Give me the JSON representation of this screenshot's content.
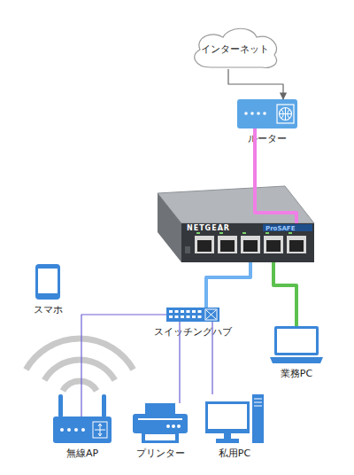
{
  "diagram": {
    "nodes": [
      {
        "text": [
          "インターネット"
        ]
      },
      {
        "text": [
          "ルーター"
        ]
      },
      {
        "text": [
          "NETGEAR"
        ]
      },
      {
        "text": [
          "スマホ"
        ]
      },
      {
        "text": [
          "スイッチングハブ"
        ]
      },
      {
        "text": [
          "業務PC"
        ]
      },
      {
        "text": [
          "無線AP"
        ]
      },
      {
        "text": [
          "プリンター"
        ]
      },
      {
        "text": [
          "私用PC"
        ]
      }
    ],
    "edges": [
      {
        "from": 0,
        "to": 1,
        "arrow": "to"
      },
      {
        "from": 1,
        "to": 2,
        "arrow": "none"
      },
      {
        "from": 2,
        "to": 4,
        "arrow": "none"
      },
      {
        "from": 2,
        "to": 5,
        "arrow": "none"
      },
      {
        "from": 4,
        "to": 6,
        "arrow": "none"
      },
      {
        "from": 4,
        "to": 7,
        "arrow": "none"
      },
      {
        "from": 4,
        "to": 8,
        "arrow": "none"
      }
    ],
    "labels": [
      "ProSAFE"
    ]
  }
}
